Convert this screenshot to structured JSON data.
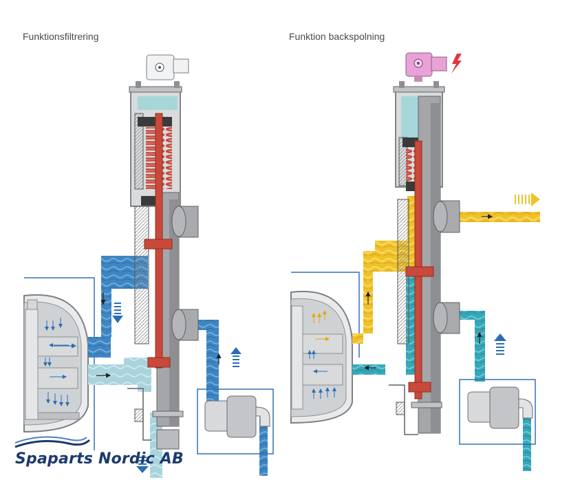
{
  "titles": {
    "left": "Funktionsfiltrering",
    "right": "Funktion backspolning"
  },
  "brand": {
    "name": "Spaparts Nordic AB"
  },
  "colors": {
    "water_blue": "#3f86c4",
    "water_light": "#a9d4dd",
    "water_teal": "#36a8b8",
    "backwash_yellow": "#f0c22a",
    "rod_red": "#c9493a",
    "body_grey": "#9ea0a3",
    "frame_line": "#3470b3",
    "actuator_pink": "#e9a2d8",
    "lightning_red": "#e2343f",
    "brand_navy": "#1c3a6b"
  },
  "icons": {
    "left_actuator": "valve-actuator-icon",
    "right_actuator": "valve-actuator-energized-icon",
    "power": "lightning-icon",
    "flow": "flow-arrow-icon"
  }
}
